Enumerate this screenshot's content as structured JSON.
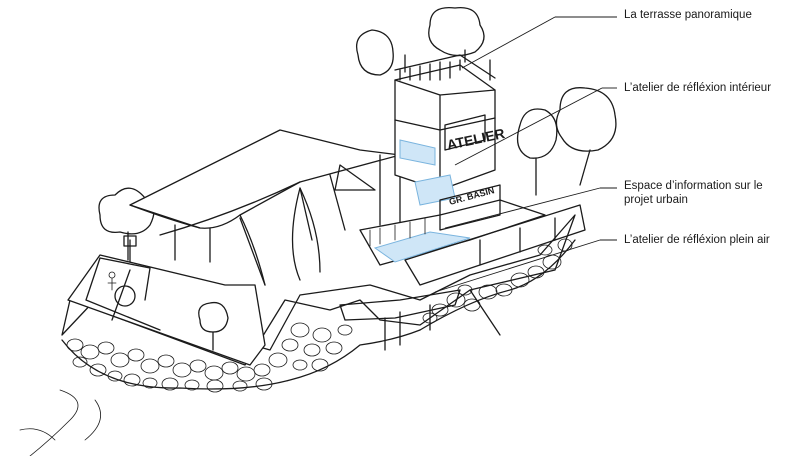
{
  "annotations": [
    {
      "id": "terrasse",
      "text": "La terrasse panoramique"
    },
    {
      "id": "atelier-interieur",
      "text": "L’atelier de réfléxion intérieur"
    },
    {
      "id": "espace-info-1",
      "text": "Espace d’information sur le"
    },
    {
      "id": "espace-info-2",
      "text": "projet urbain"
    },
    {
      "id": "atelier-plein-air",
      "text": "L’atelier de réfléxion plein air"
    }
  ],
  "signage": {
    "tower_sign": "ATELIER",
    "lower_sign": "GR. BASIN"
  },
  "colors": {
    "accent_blue": "#cfe6f7",
    "ink": "#1b1b1b"
  }
}
